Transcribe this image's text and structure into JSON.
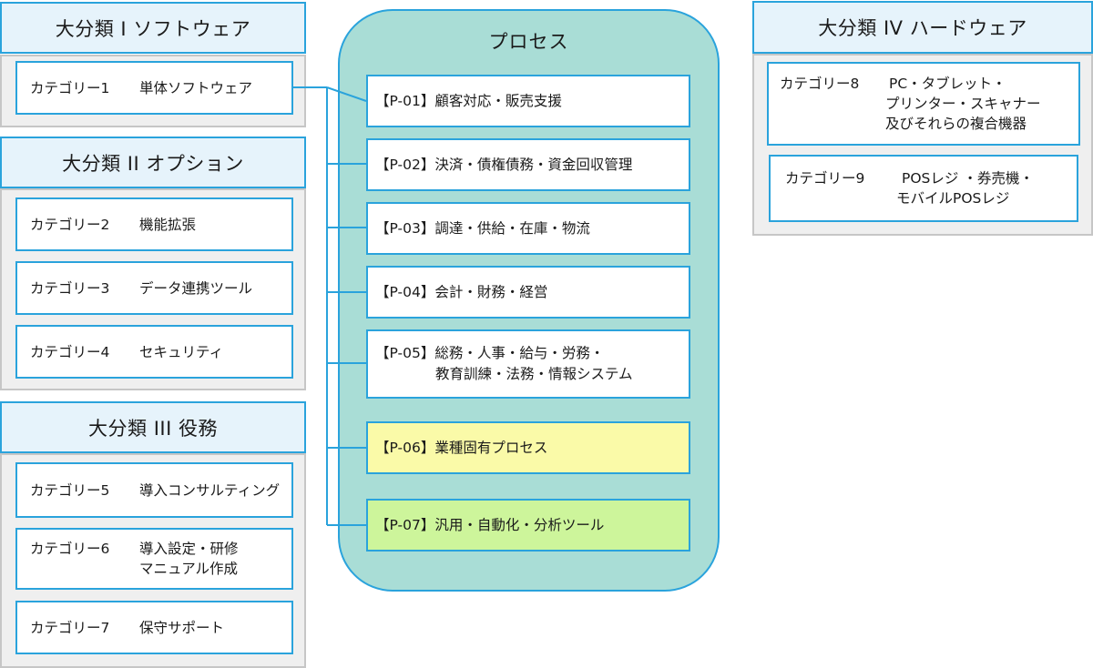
{
  "groups": {
    "g1": {
      "title": "大分類 I ソフトウェア"
    },
    "g2": {
      "title": "大分類 II オプション"
    },
    "g3": {
      "title": "大分類 III 役務"
    },
    "g4": {
      "title": "大分類 IV ハードウェア"
    }
  },
  "categories": {
    "c1": {
      "label": "カテゴリー1",
      "line1": "単体ソフトウェア"
    },
    "c2": {
      "label": "カテゴリー2",
      "line1": "機能拡張"
    },
    "c3": {
      "label": "カテゴリー3",
      "line1": "データ連携ツール"
    },
    "c4": {
      "label": "カテゴリー4",
      "line1": "セキュリティ"
    },
    "c5": {
      "label": "カテゴリー5",
      "line1": "導入コンサルティング"
    },
    "c6": {
      "label": "カテゴリー6",
      "line1": "導入設定・研修",
      "line2": "マニュアル作成"
    },
    "c7": {
      "label": "カテゴリー7",
      "line1": "保守サポート"
    },
    "c8": {
      "label": "カテゴリー8",
      "line1": "PC・タブレット・",
      "line2": "プリンター・スキャナー",
      "line3": "及びそれらの複合機器"
    },
    "c9": {
      "label": "カテゴリー9",
      "line1": "POSレジ ・券売機・",
      "line2": "モバイルPOSレジ"
    }
  },
  "process": {
    "title": "プロセス",
    "p1": {
      "code": "【P-01】",
      "line1": "顧客対応・販売支援"
    },
    "p2": {
      "code": "【P-02】",
      "line1": "決済・債権債務・資金回収管理"
    },
    "p3": {
      "code": "【P-03】",
      "line1": "調達・供給・在庫・物流"
    },
    "p4": {
      "code": "【P-04】",
      "line1": "会計・財務・経営"
    },
    "p5": {
      "code": "【P-05】",
      "line1": "総務・人事・給与・労務・",
      "line2": "教育訓練・法務・情報システム"
    },
    "p6": {
      "code": "【P-06】",
      "line1": "業種固有プロセス"
    },
    "p7": {
      "code": "【P-07】",
      "line1": "汎用・自動化・分析ツール"
    }
  },
  "colors": {
    "border_blue": "#2aa3dc",
    "panel_teal": "#a9ddd6",
    "p06_fill": "#fafaa8",
    "p07_fill": "#cdf59b",
    "group_gray": "#efefef"
  }
}
